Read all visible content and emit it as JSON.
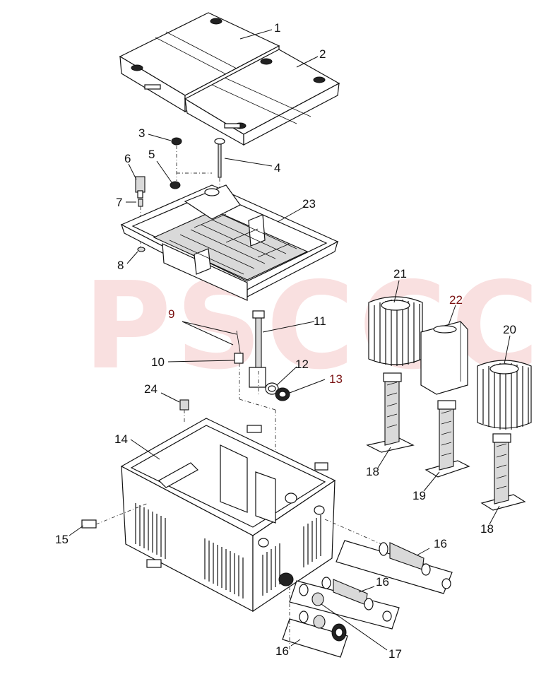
{
  "watermark": "PSCCC",
  "labels": {
    "p1": "1",
    "p2": "2",
    "p3": "3",
    "p4": "4",
    "p5": "5",
    "p6": "6",
    "p7": "7",
    "p8": "8",
    "p9": "9",
    "p10": "10",
    "p11": "11",
    "p12": "12",
    "p13": "13",
    "p14": "14",
    "p15": "15",
    "p16a": "16",
    "p16b": "16",
    "p16c": "16",
    "p17": "17",
    "p18a": "18",
    "p18b": "18",
    "p19": "19",
    "p20": "20",
    "p21": "21",
    "p22": "22",
    "p23": "23",
    "p24": "24"
  },
  "colors": {
    "line": "#111111",
    "highlight": "#7a1212",
    "watermark": "#f5c8c8"
  }
}
